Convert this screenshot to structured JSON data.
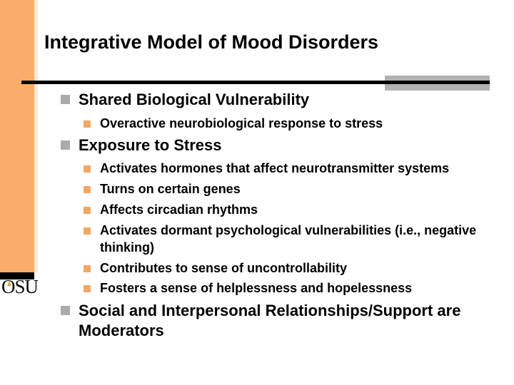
{
  "slide": {
    "title": "Integrative Model of Mood Disorders",
    "logo": {
      "text": "OSU"
    },
    "bullets": [
      {
        "level": 1,
        "text": "Shared Biological Vulnerability"
      },
      {
        "level": 2,
        "text": "Overactive neurobiological response to stress"
      },
      {
        "level": 1,
        "text": "Exposure to Stress"
      },
      {
        "level": 2,
        "text": "Activates hormones that affect neurotransmitter systems"
      },
      {
        "level": 2,
        "text": "Turns on certain genes"
      },
      {
        "level": 2,
        "text": "Affects circadian rhythms"
      },
      {
        "level": 2,
        "text": "Activates dormant psychological vulnerabilities (i.e., negative thinking)"
      },
      {
        "level": 2,
        "text": "Contributes to sense of uncontrollability"
      },
      {
        "level": 2,
        "text": "Fosters a sense of helplessness and hopelessness"
      },
      {
        "level": 1,
        "text": "Social and Interpersonal Relationships/Support are Moderators"
      }
    ],
    "colors": {
      "sidebar_orange": "#FAAC6B",
      "sidebar_edge_cream": "#FCEAD5",
      "footer_black": "#000000",
      "level1_bullet_gray": "#ABABAB",
      "level2_bullet_orange": "#F4A765",
      "title_rule_black": "#000000",
      "title_rule_gray": "#B2B2B2",
      "logo_flame_gold": "#DFA04A",
      "text_black": "#000000",
      "background_white": "#FFFFFF"
    }
  }
}
